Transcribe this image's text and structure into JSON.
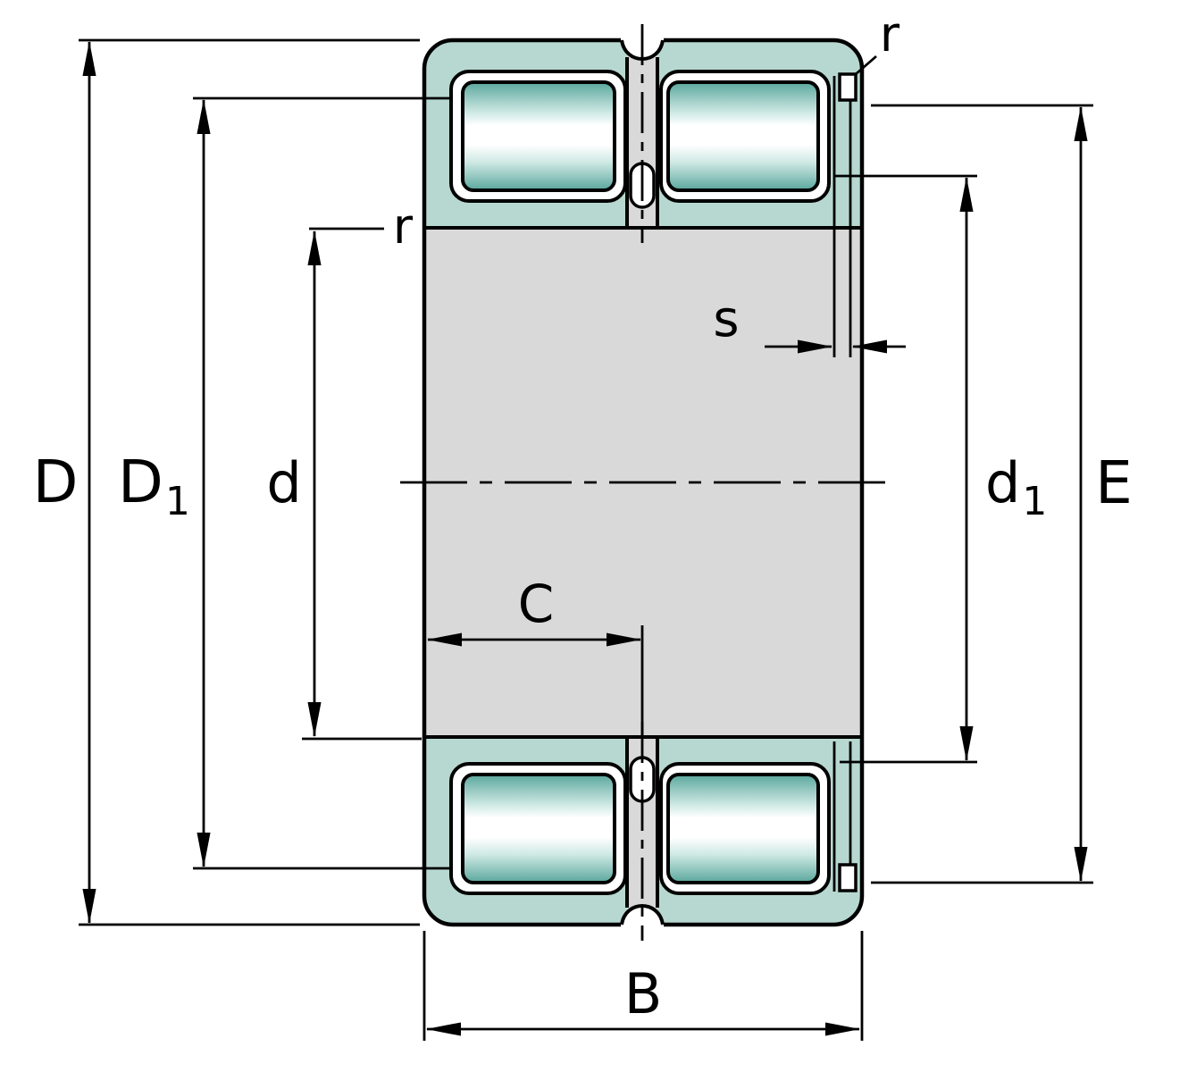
{
  "labels": {
    "D": "D",
    "D1_base": "D",
    "D1_sub": "1",
    "d": "d",
    "d1_base": "d",
    "d1_sub": "1",
    "E": "E",
    "B": "B",
    "C": "C",
    "s": "s",
    "r_left": "r",
    "r_right": "r"
  },
  "colors": {
    "ink": "#000000",
    "ring": "#b7d8d0",
    "roller": "#5aa79d",
    "roller-soft": "#cfe9e4",
    "body": "#d9d9d9"
  }
}
